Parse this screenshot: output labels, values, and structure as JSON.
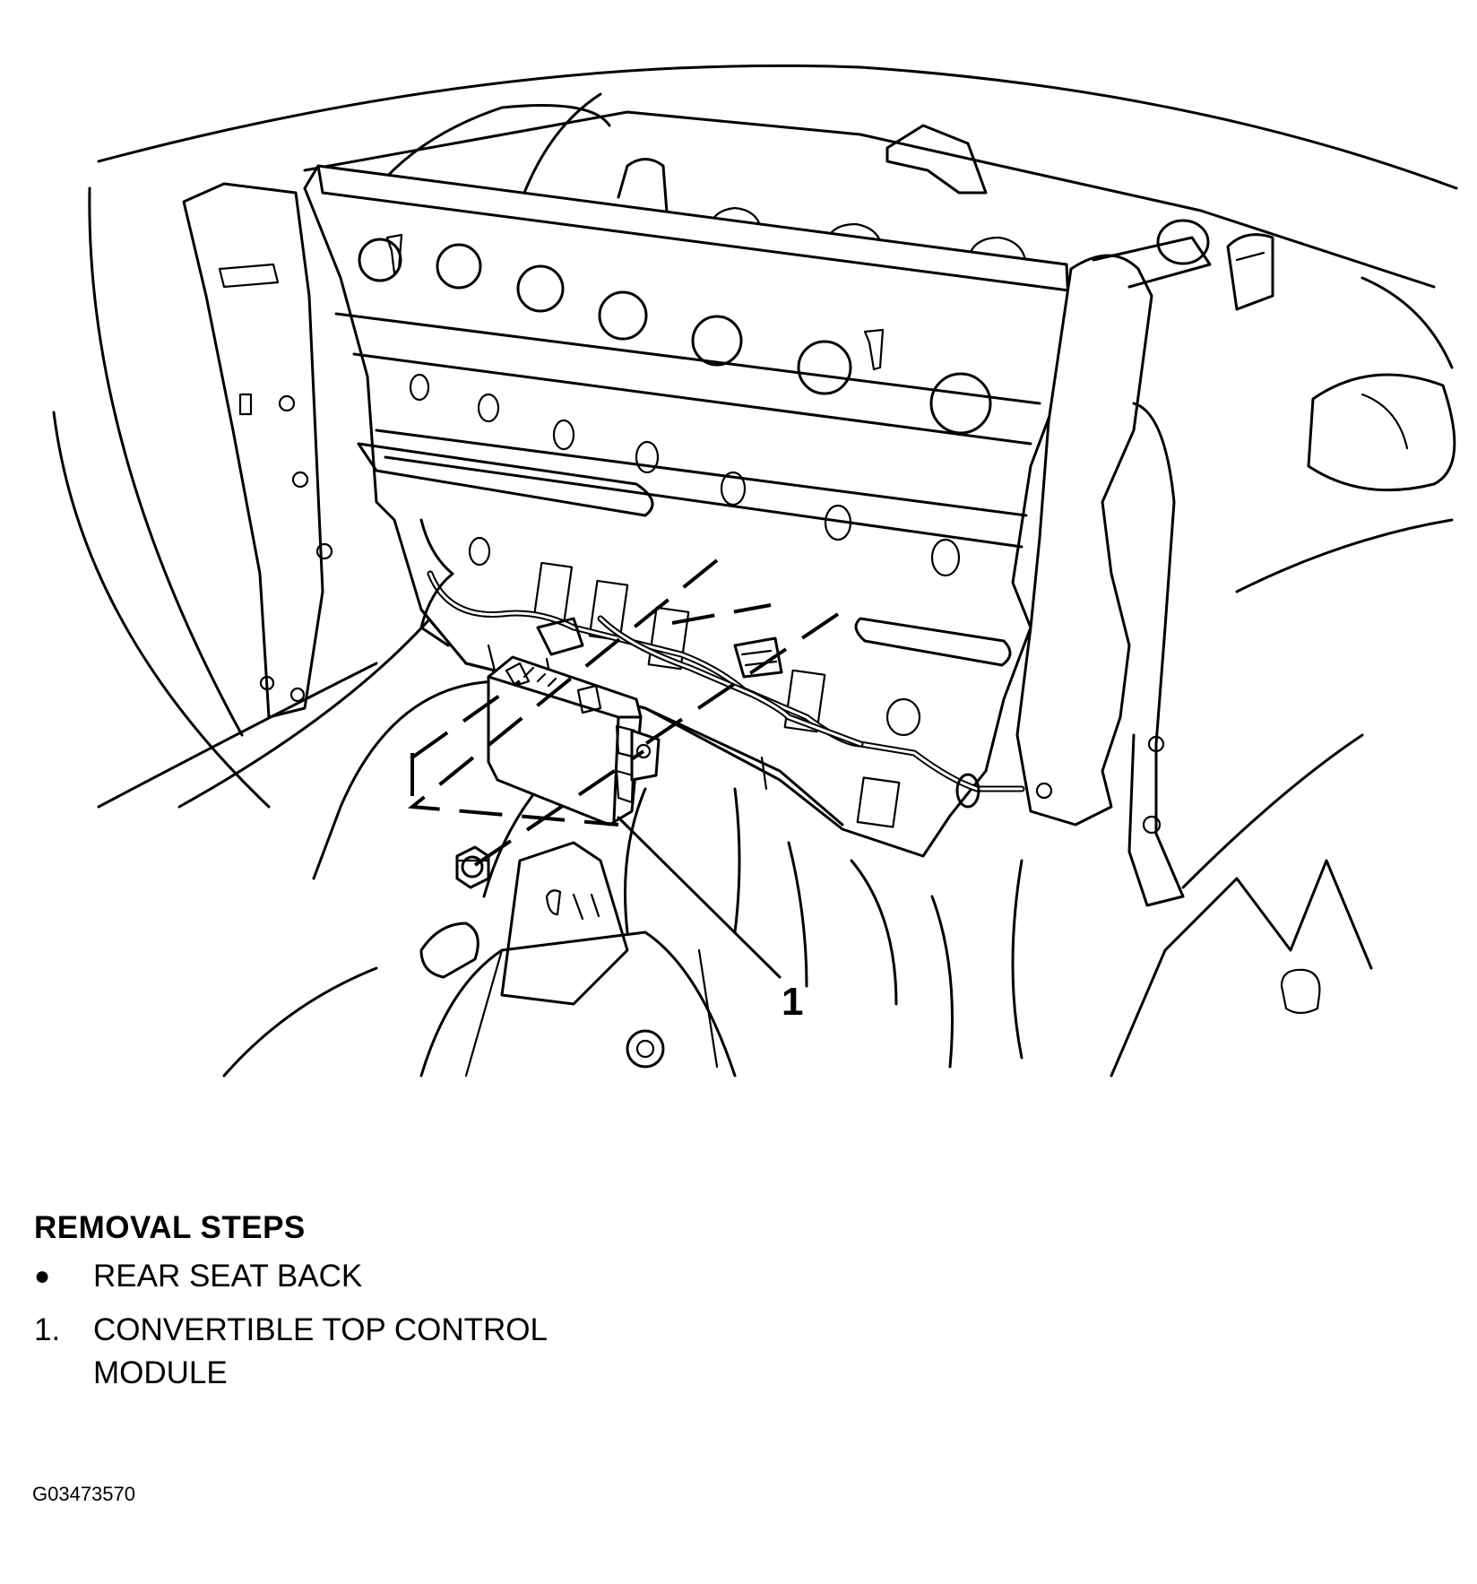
{
  "callouts": [
    {
      "number": "1"
    }
  ],
  "legend": {
    "heading": "REMOVAL STEPS",
    "items": [
      {
        "marker": "●",
        "text": "REAR SEAT BACK"
      },
      {
        "marker": "1.",
        "text": "CONVERTIBLE TOP CONTROL MODULE"
      }
    ]
  },
  "figure_id": "G03473570"
}
